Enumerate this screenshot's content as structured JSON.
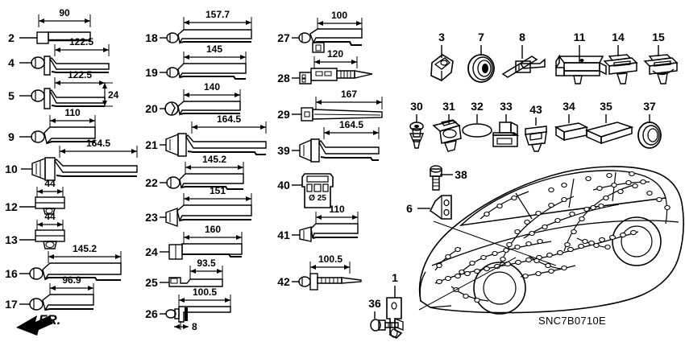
{
  "sheet": {
    "drawing_code": "SNC7B0710E",
    "orientation_marker": "FR.",
    "background": "#ffffff",
    "line_color": "#000000"
  },
  "columns": {
    "col1": [
      {
        "ref": "2",
        "dimension": "90",
        "shape": "flat-band"
      },
      {
        "ref": "4",
        "dimension": "122.5",
        "shape": "clip-band-step"
      },
      {
        "ref": "5",
        "dimension": "122.5",
        "dimension2": "24",
        "shape": "clip-band-step"
      },
      {
        "ref": "9",
        "dimension": "110",
        "shape": "clip-band"
      },
      {
        "ref": "10",
        "dimension": "164.5",
        "shape": "large-clip-band"
      },
      {
        "ref": "12",
        "dimension": "44",
        "shape": "short-clamp"
      },
      {
        "ref": "13",
        "dimension": "44",
        "shape": "short-clamp"
      },
      {
        "ref": "16",
        "dimension": "145.2",
        "shape": "clip-band"
      },
      {
        "ref": "17",
        "dimension": "96.9",
        "shape": "clip-band"
      }
    ],
    "col2": [
      {
        "ref": "18",
        "dimension": "157.7",
        "shape": "clip-band"
      },
      {
        "ref": "19",
        "dimension": "145",
        "shape": "clip-band"
      },
      {
        "ref": "20",
        "dimension": "140",
        "shape": "loop-band"
      },
      {
        "ref": "21",
        "dimension": "164.5",
        "shape": "large-clip-band"
      },
      {
        "ref": "22",
        "dimension": "145.2",
        "shape": "clip-band"
      },
      {
        "ref": "23",
        "dimension": "151",
        "shape": "clip-band"
      },
      {
        "ref": "24",
        "dimension": "160",
        "shape": "box-clip-band"
      },
      {
        "ref": "25",
        "dimension": "93.5",
        "shape": "flat-terminal"
      },
      {
        "ref": "26",
        "dimension": "100.5",
        "dimension2": "8",
        "shape": "pin-band"
      }
    ],
    "col3": [
      {
        "ref": "27",
        "dimension": "100",
        "shape": "clip-band-tab"
      },
      {
        "ref": "28",
        "dimension": "120",
        "shape": "connector-band"
      },
      {
        "ref": "29",
        "dimension": "167",
        "shape": "cable-tie"
      },
      {
        "ref": "39",
        "dimension": "164.5",
        "shape": "large-clip-band"
      },
      {
        "ref": "40",
        "dimension": "",
        "marking": "Ø 25",
        "shape": "grommet-block"
      },
      {
        "ref": "41",
        "dimension": "110",
        "shape": "clip-band"
      },
      {
        "ref": "42",
        "dimension": "100.5",
        "shape": "screw-band"
      }
    ]
  },
  "clip_row_top": [
    {
      "ref": "3",
      "shape": "angled-clip"
    },
    {
      "ref": "7",
      "shape": "grommet-ring"
    },
    {
      "ref": "8",
      "shape": "rod-clip"
    },
    {
      "ref": "11",
      "shape": "cross-bracket"
    },
    {
      "ref": "14",
      "shape": "square-clip"
    },
    {
      "ref": "15",
      "shape": "square-clip"
    }
  ],
  "clip_row_bottom": [
    {
      "ref": "30",
      "shape": "push-pin"
    },
    {
      "ref": "31",
      "shape": "wing-clip"
    },
    {
      "ref": "32",
      "shape": "oval-seal"
    },
    {
      "ref": "33",
      "shape": "block-connector"
    },
    {
      "ref": "43",
      "shape": "tab-clip"
    },
    {
      "ref": "34",
      "shape": "small-pad"
    },
    {
      "ref": "35",
      "shape": "large-pad"
    },
    {
      "ref": "37",
      "shape": "ring-grommet"
    }
  ],
  "vehicle_area": {
    "parts": [
      {
        "ref": "38",
        "shape": "flange-bolt"
      },
      {
        "ref": "6",
        "shape": "l-bracket"
      },
      {
        "ref": "1",
        "shape": "clamp-bracket"
      },
      {
        "ref": "36",
        "shape": "bolt"
      }
    ],
    "illustration": "vehicle-wire-harness-layout"
  }
}
